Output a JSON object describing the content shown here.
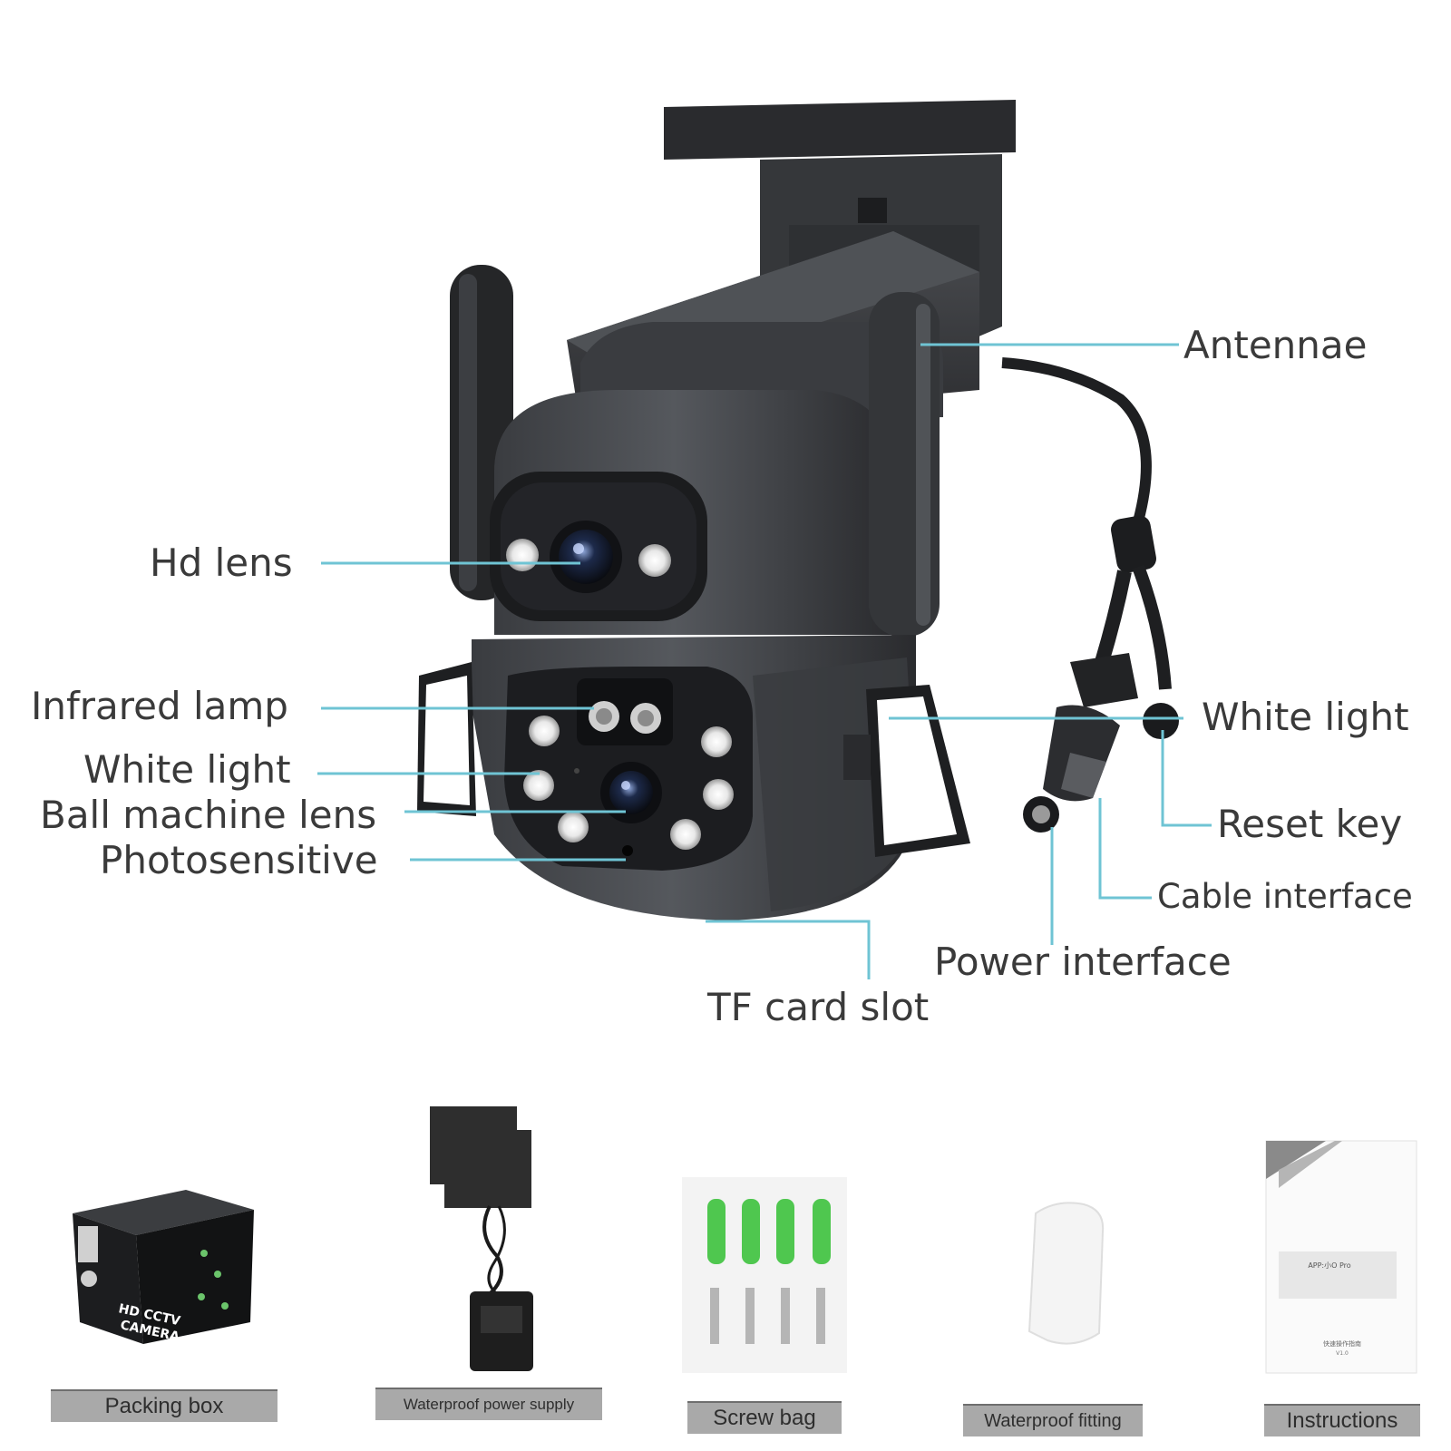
{
  "callouts": {
    "antennae": "Antennae",
    "hd_lens": "Hd lens",
    "infrared_lamp": "Infrared lamp",
    "white_light_left": "White light",
    "ball_machine_lens": "Ball machine lens",
    "photosensitive": "Photosensitive",
    "white_light_right": "White light",
    "reset_key": "Reset key",
    "cable_interface": "Cable interface",
    "power_interface": "Power interface",
    "tf_card_slot": "TF card slot"
  },
  "package_items": {
    "packing_box": "Packing box",
    "power_supply": "Waterproof power supply",
    "screw_bag": "Screw bag",
    "waterproof_fitting": "Waterproof fitting",
    "instructions": "Instructions"
  },
  "box_text": {
    "line1": "HD CCTV",
    "line2": "CAMERA"
  },
  "manual_text": {
    "app": "APP:小O Pro",
    "guide": "快速操作指南",
    "version": "V1.0"
  },
  "colors": {
    "leader_line": "#6fc4d4",
    "camera_body": "#2b2d30",
    "label_bar": "#a9a9a9"
  }
}
